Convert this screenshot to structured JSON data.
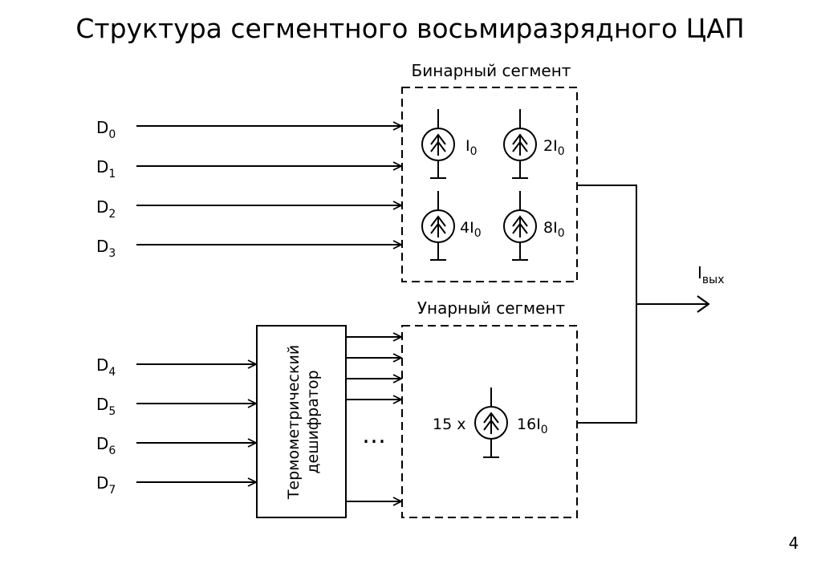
{
  "title": "Структура сегментного восьмиразрядного ЦАП",
  "page_number": "4",
  "output": {
    "main": "I",
    "sub": "вых"
  },
  "binary_segment": {
    "label": "Бинарный сегмент",
    "sources": [
      {
        "prefix": "",
        "main": "I",
        "sub": "0"
      },
      {
        "prefix": "2",
        "main": "I",
        "sub": "0"
      },
      {
        "prefix": "4",
        "main": "I",
        "sub": "0"
      },
      {
        "prefix": "8",
        "main": "I",
        "sub": "0"
      }
    ]
  },
  "unary_segment": {
    "label": "Унарный сегмент",
    "count_label": "15 x",
    "source": {
      "prefix": "16",
      "main": "I",
      "sub": "0"
    }
  },
  "decoder": {
    "line1": "Термометрический",
    "line2": "дешифратор"
  },
  "dots": "…",
  "inputs": [
    {
      "main": "D",
      "sub": "0"
    },
    {
      "main": "D",
      "sub": "1"
    },
    {
      "main": "D",
      "sub": "2"
    },
    {
      "main": "D",
      "sub": "3"
    },
    {
      "main": "D",
      "sub": "4"
    },
    {
      "main": "D",
      "sub": "5"
    },
    {
      "main": "D",
      "sub": "6"
    },
    {
      "main": "D",
      "sub": "7"
    }
  ]
}
